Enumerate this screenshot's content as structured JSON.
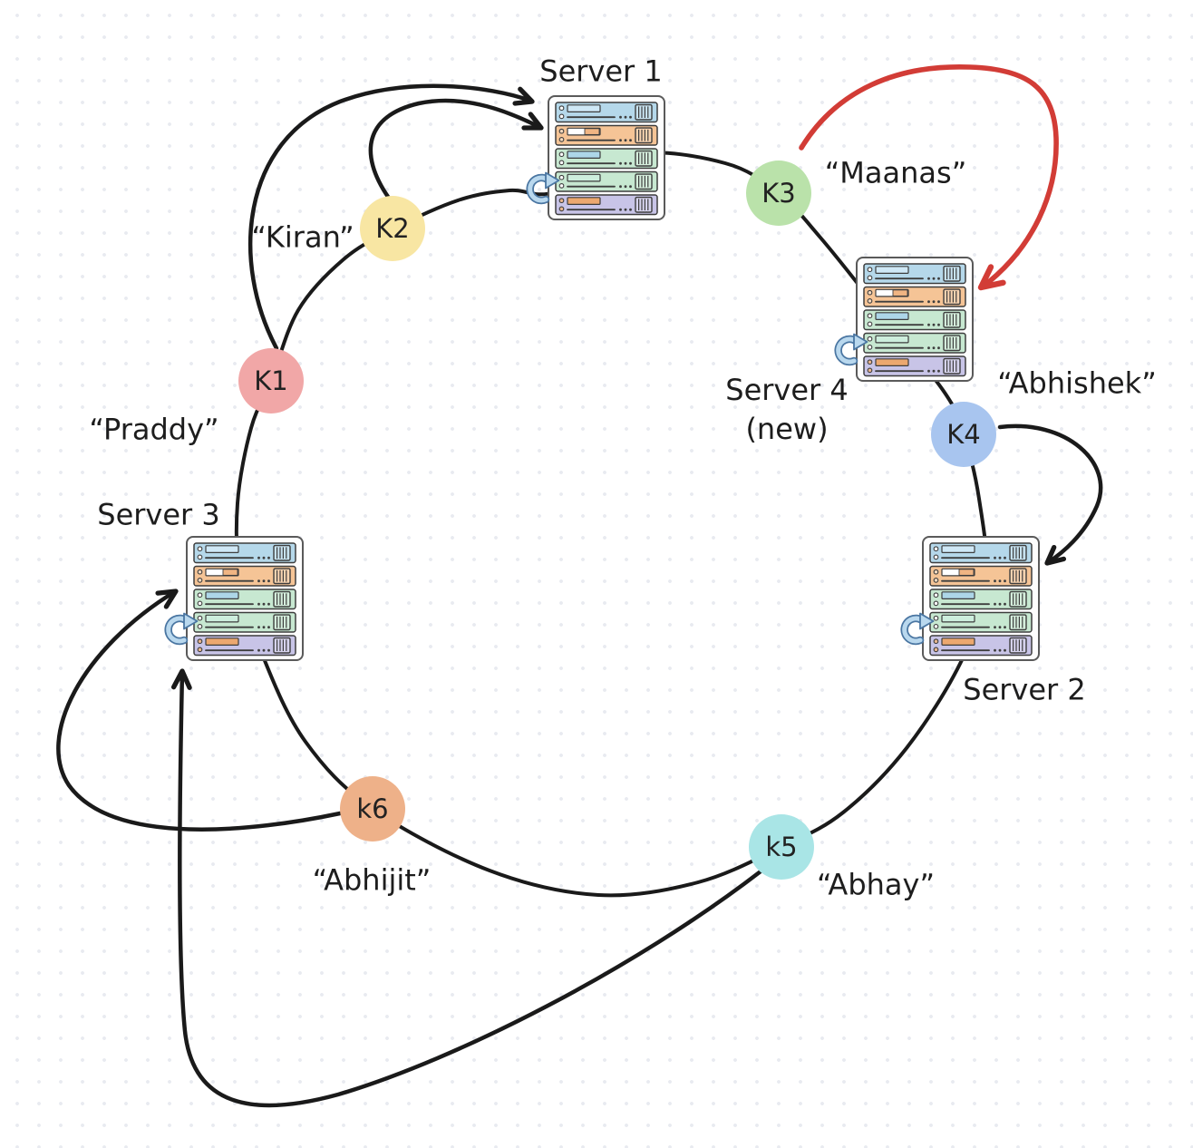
{
  "diagram": {
    "kind": "consistent-hashing-ring",
    "colors": {
      "background": "#ffffff",
      "dot_grid": "#e8eaf0",
      "ink": "#1a1a1a",
      "remap_arrow": "#d23c36"
    },
    "icons": {
      "server": "server-rack-icon",
      "refresh": "sync-arrow-icon"
    }
  },
  "servers": [
    {
      "id": "server-1",
      "label": "Server 1"
    },
    {
      "id": "server-4",
      "label": "Server 4",
      "sublabel": "(new)"
    },
    {
      "id": "server-2",
      "label": "Server 2"
    },
    {
      "id": "server-3",
      "label": "Server 3"
    }
  ],
  "keys": [
    {
      "id": "k1",
      "label": "K1",
      "value": "“Praddy”",
      "color": "#f1a7a7"
    },
    {
      "id": "k2",
      "label": "K2",
      "value": "“Kiran”",
      "color": "#f8e6a3"
    },
    {
      "id": "k3",
      "label": "K3",
      "value": "“Maanas”",
      "color": "#bae2aa"
    },
    {
      "id": "k4",
      "label": "K4",
      "value": "“Abhishek”",
      "color": "#a8c5ef"
    },
    {
      "id": "k5",
      "label": "k5",
      "value": "“Abhay”",
      "color": "#a9e5e6"
    },
    {
      "id": "k6",
      "label": "k6",
      "value": "“Abhijit”",
      "color": "#eeb189"
    }
  ],
  "arrows": [
    {
      "from": "k1",
      "to": "server-1",
      "color": "#1a1a1a",
      "style": "mapping"
    },
    {
      "from": "k2",
      "to": "server-1",
      "color": "#1a1a1a",
      "style": "mapping"
    },
    {
      "from": "k4",
      "to": "server-2",
      "color": "#1a1a1a",
      "style": "mapping"
    },
    {
      "from": "k6",
      "to": "server-3",
      "color": "#1a1a1a",
      "style": "mapping"
    },
    {
      "from": "k5",
      "to": "server-3",
      "color": "#1a1a1a",
      "style": "mapping"
    },
    {
      "from": "k3",
      "to": "server-4",
      "color": "#d23c36",
      "style": "remap"
    }
  ]
}
